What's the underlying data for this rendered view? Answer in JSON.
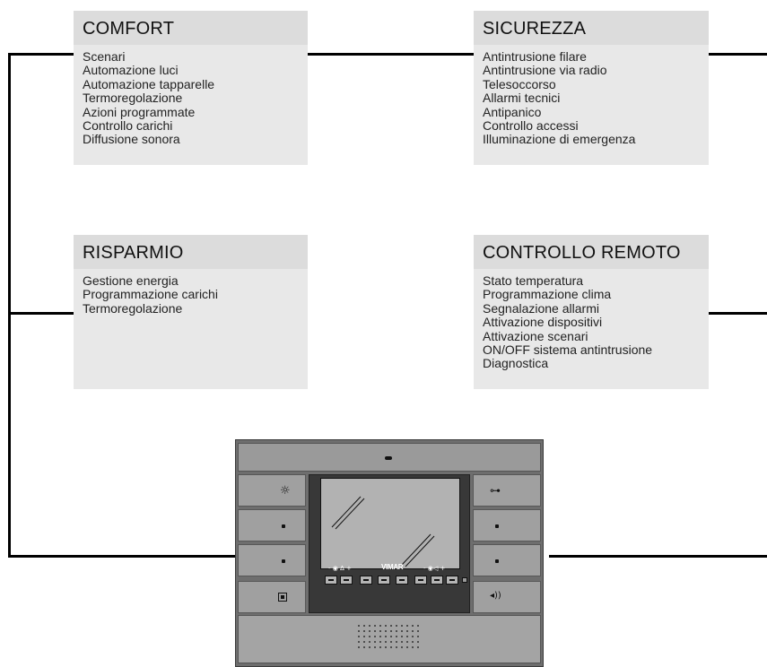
{
  "categories": [
    {
      "title": "COMFORT",
      "items": [
        "Scenari",
        "Automazione luci",
        "Automazione tapparelle",
        "Termoregolazione",
        "Azioni programmate",
        "Controllo carichi",
        "Diffusione sonora"
      ]
    },
    {
      "title": "SICUREZZA",
      "items": [
        "Antintrusione filare",
        "Antintrusione via radio",
        "Telesoccorso",
        "Allarmi tecnici",
        "Antipanico",
        "Controllo accessi",
        "Illuminazione di emergenza"
      ]
    },
    {
      "title": "RISPARMIO",
      "items": [
        "Gestione energia",
        "Programmazione carichi",
        "Termoregolazione"
      ]
    },
    {
      "title": "CONTROLLO REMOTO",
      "items": [
        "Stato temperatura",
        "Programmazione clima",
        "Segnalazione allarmi",
        "Attivazione dispositivi",
        "Attivazione scenari",
        "ON/OFF sistema antintrusione",
        "Diagnostica"
      ]
    }
  ],
  "device": {
    "brand": "VIMAR",
    "left_control_label": "- ◉ ∆ +",
    "right_control_label": "- ◉◁ +",
    "icons": {
      "left": [
        "light-icon",
        "dot-icon",
        "dot-icon",
        "camera-icon"
      ],
      "right": [
        "key-icon",
        "dot-icon",
        "dot-icon",
        "speaker-icon"
      ]
    }
  }
}
